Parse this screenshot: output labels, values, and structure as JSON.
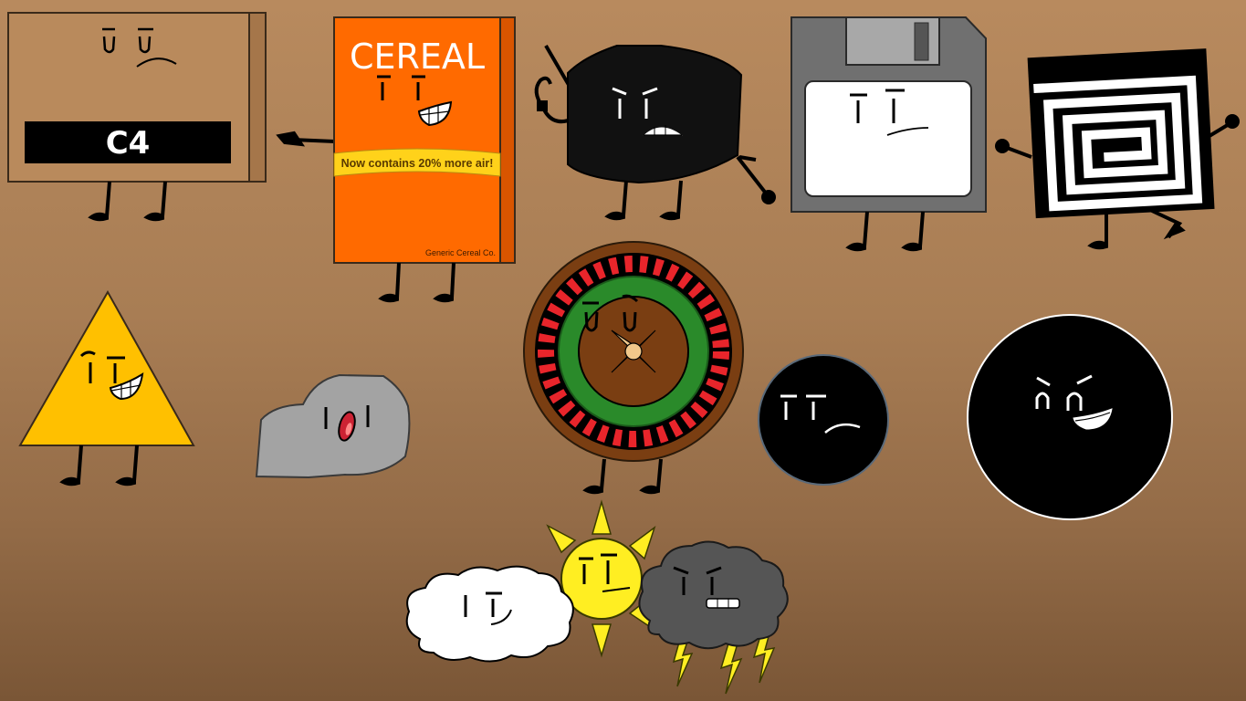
{
  "scene": {
    "c4": {
      "label": "C4"
    },
    "cereal": {
      "title": "CEREAL",
      "banner": "Now contains 20% more air!",
      "brand": "Generic Cereal Co."
    }
  },
  "colors": {
    "background_top": "#b88a5e",
    "background_bottom": "#7a5636",
    "c4_box": "#b98a5c",
    "cereal_box": "#ff6a00",
    "cereal_banner": "#ffd21a",
    "triangle": "#ffc000",
    "rock": "#a3a3a3",
    "floppy_body": "#707070",
    "roulette_red": "#e8252b",
    "roulette_green": "#2a8a2a",
    "sun": "#ffee22",
    "storm_cloud": "#555555"
  },
  "icons": [
    "c4-box-character",
    "cereal-box-character",
    "black-cube-character",
    "floppy-disk-character",
    "spiral-square-character",
    "triangle-character",
    "rock-character",
    "roulette-wheel-character",
    "small-black-ball-character",
    "big-black-ball-character",
    "cloud-character",
    "sun-character",
    "storm-cloud-character"
  ]
}
